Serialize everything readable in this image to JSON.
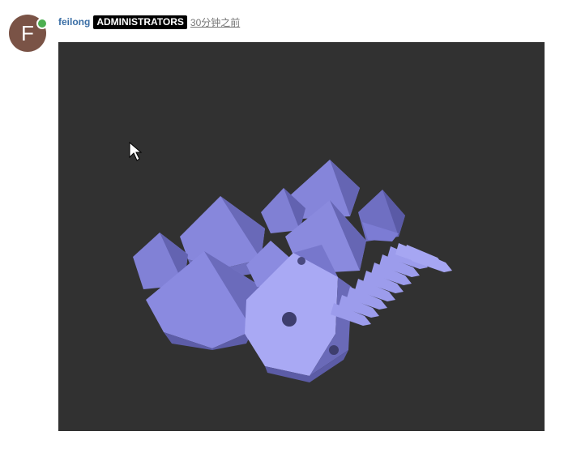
{
  "post": {
    "avatar_letter": "F",
    "username": "feilong",
    "group_badge": "ADMINISTRATORS",
    "timestamp": "30分钟之前",
    "online_color": "#4caf50",
    "avatar_color": "#7a5346"
  },
  "attachment": {
    "background": "#313131",
    "model_color": "#8888dd"
  }
}
